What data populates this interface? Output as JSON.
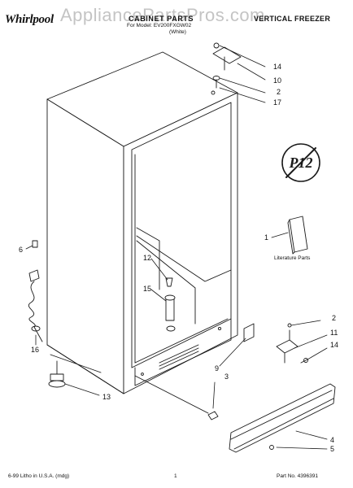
{
  "header": {
    "brand": "Whirlpool",
    "title": "CABINET PARTS",
    "model_line": "For Model: EV200FXGW02",
    "color_line": "(White)",
    "product_type": "VERTICAL FREEZER",
    "watermark": "AppliancePartsPros.com"
  },
  "stamp": {
    "text": "P12"
  },
  "literature": {
    "caption": "Literature Parts"
  },
  "callouts": [
    "14",
    "10",
    "2",
    "17",
    "1",
    "6",
    "12",
    "15",
    "16",
    "13",
    "9",
    "3",
    "2",
    "11",
    "14",
    "4",
    "5"
  ],
  "footer": {
    "left": "6-99 Litho in U.S.A. (mdg)",
    "page": "1",
    "part_no": "Part No. 4396391"
  },
  "colors": {
    "line": "#1a1a1a",
    "fill": "#ffffff",
    "watermark": "#c4c4c4"
  }
}
